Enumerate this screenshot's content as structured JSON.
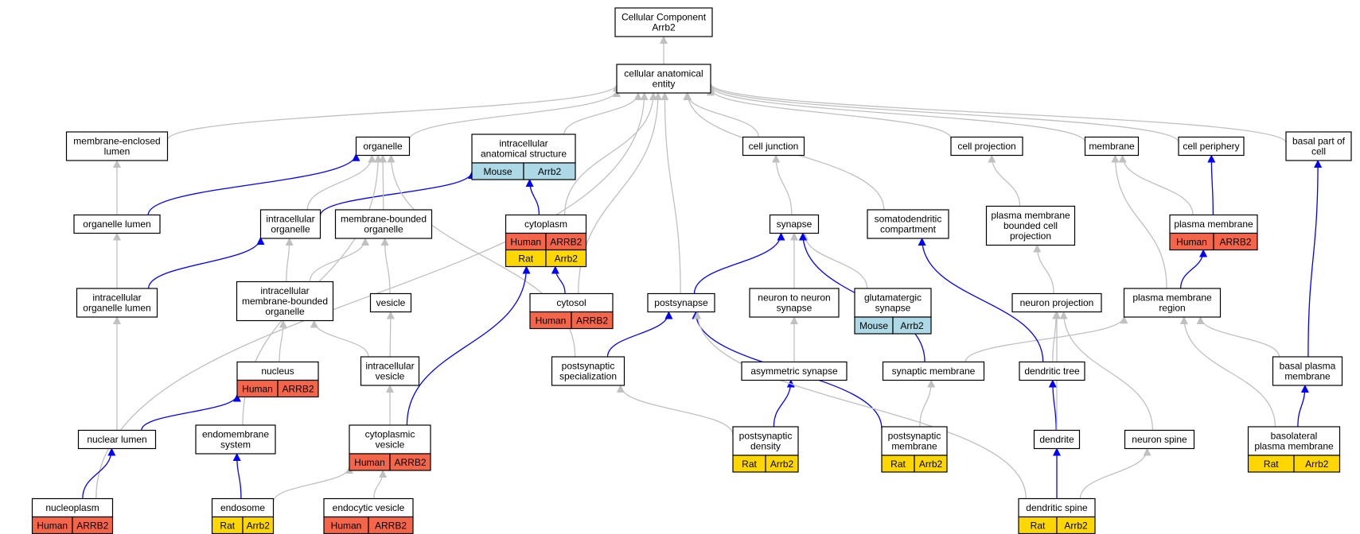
{
  "colors": {
    "human": "#f4654a",
    "rat": "#ffd700",
    "mouse": "#add8e6",
    "isa": "#c0c0c0",
    "partof": "#0000ff"
  },
  "nodes": [
    {
      "id": "root",
      "lines": [
        "Cellular Component",
        "Arrb2"
      ],
      "ann": []
    },
    {
      "id": "cae",
      "lines": [
        "cellular anatomical",
        "entity"
      ],
      "ann": []
    },
    {
      "id": "mel",
      "lines": [
        "membrane-enclosed",
        "lumen"
      ],
      "ann": []
    },
    {
      "id": "organelle",
      "lines": [
        "organelle"
      ],
      "ann": []
    },
    {
      "id": "ias",
      "lines": [
        "intracellular",
        "anatomical structure"
      ],
      "ann": [
        {
          "sp": "Mouse",
          "gene": "Arrb2",
          "c": "mouse"
        }
      ]
    },
    {
      "id": "celljunction",
      "lines": [
        "cell junction"
      ],
      "ann": []
    },
    {
      "id": "cellproj",
      "lines": [
        "cell projection"
      ],
      "ann": []
    },
    {
      "id": "membrane",
      "lines": [
        "membrane"
      ],
      "ann": []
    },
    {
      "id": "cellperiph",
      "lines": [
        "cell periphery"
      ],
      "ann": []
    },
    {
      "id": "basalpart",
      "lines": [
        "basal part of",
        "cell"
      ],
      "ann": []
    },
    {
      "id": "orglumen",
      "lines": [
        "organelle lumen"
      ],
      "ann": []
    },
    {
      "id": "icorg",
      "lines": [
        "intracellular",
        "organelle"
      ],
      "ann": []
    },
    {
      "id": "mborg",
      "lines": [
        "membrane-bounded",
        "organelle"
      ],
      "ann": []
    },
    {
      "id": "cytoplasm",
      "lines": [
        "cytoplasm"
      ],
      "ann": [
        {
          "sp": "Human",
          "gene": "ARRB2",
          "c": "human"
        },
        {
          "sp": "Rat",
          "gene": "Arrb2",
          "c": "rat"
        }
      ]
    },
    {
      "id": "synapse",
      "lines": [
        "synapse"
      ],
      "ann": []
    },
    {
      "id": "somato",
      "lines": [
        "somatodendritic",
        "compartment"
      ],
      "ann": []
    },
    {
      "id": "pmbcp",
      "lines": [
        "plasma membrane",
        "bounded cell",
        "projection"
      ],
      "ann": []
    },
    {
      "id": "pm",
      "lines": [
        "plasma membrane"
      ],
      "ann": [
        {
          "sp": "Human",
          "gene": "ARRB2",
          "c": "human"
        }
      ]
    },
    {
      "id": "icorglumen",
      "lines": [
        "intracellular",
        "organelle lumen"
      ],
      "ann": []
    },
    {
      "id": "icmborg",
      "lines": [
        "intracellular",
        "membrane-bounded",
        "organelle"
      ],
      "ann": []
    },
    {
      "id": "vesicle",
      "lines": [
        "vesicle"
      ],
      "ann": []
    },
    {
      "id": "cytosol",
      "lines": [
        "cytosol"
      ],
      "ann": [
        {
          "sp": "Human",
          "gene": "ARRB2",
          "c": "human"
        }
      ]
    },
    {
      "id": "postsynapse",
      "lines": [
        "postsynapse"
      ],
      "ann": []
    },
    {
      "id": "n2n",
      "lines": [
        "neuron to neuron",
        "synapse"
      ],
      "ann": []
    },
    {
      "id": "glut",
      "lines": [
        "glutamatergic",
        "synapse"
      ],
      "ann": [
        {
          "sp": "Mouse",
          "gene": "Arrb2",
          "c": "mouse"
        }
      ]
    },
    {
      "id": "neuronproj",
      "lines": [
        "neuron projection"
      ],
      "ann": []
    },
    {
      "id": "pmregion",
      "lines": [
        "plasma membrane",
        "region"
      ],
      "ann": []
    },
    {
      "id": "nucleus",
      "lines": [
        "nucleus"
      ],
      "ann": [
        {
          "sp": "Human",
          "gene": "ARRB2",
          "c": "human"
        }
      ]
    },
    {
      "id": "icves",
      "lines": [
        "intracellular",
        "vesicle"
      ],
      "ann": []
    },
    {
      "id": "psspec",
      "lines": [
        "postsynaptic",
        "specialization"
      ],
      "ann": []
    },
    {
      "id": "asym",
      "lines": [
        "asymmetric synapse"
      ],
      "ann": []
    },
    {
      "id": "synmem",
      "lines": [
        "synaptic membrane"
      ],
      "ann": []
    },
    {
      "id": "dendtree",
      "lines": [
        "dendritic tree"
      ],
      "ann": []
    },
    {
      "id": "basalpm",
      "lines": [
        "basal plasma",
        "membrane"
      ],
      "ann": []
    },
    {
      "id": "nuclumen",
      "lines": [
        "nuclear lumen"
      ],
      "ann": []
    },
    {
      "id": "endomem",
      "lines": [
        "endomembrane",
        "system"
      ],
      "ann": []
    },
    {
      "id": "cytoves",
      "lines": [
        "cytoplasmic",
        "vesicle"
      ],
      "ann": [
        {
          "sp": "Human",
          "gene": "ARRB2",
          "c": "human"
        }
      ]
    },
    {
      "id": "psdens",
      "lines": [
        "postsynaptic",
        "density"
      ],
      "ann": [
        {
          "sp": "Rat",
          "gene": "Arrb2",
          "c": "rat"
        }
      ]
    },
    {
      "id": "psmem",
      "lines": [
        "postsynaptic",
        "membrane"
      ],
      "ann": [
        {
          "sp": "Rat",
          "gene": "Arrb2",
          "c": "rat"
        }
      ]
    },
    {
      "id": "dendrite",
      "lines": [
        "dendrite"
      ],
      "ann": []
    },
    {
      "id": "neuronspine",
      "lines": [
        "neuron spine"
      ],
      "ann": []
    },
    {
      "id": "basolat",
      "lines": [
        "basolateral",
        "plasma membrane"
      ],
      "ann": [
        {
          "sp": "Rat",
          "gene": "Arrb2",
          "c": "rat"
        }
      ]
    },
    {
      "id": "nucleoplasm",
      "lines": [
        "nucleoplasm"
      ],
      "ann": [
        {
          "sp": "Human",
          "gene": "ARRB2",
          "c": "human"
        }
      ]
    },
    {
      "id": "endosome",
      "lines": [
        "endosome"
      ],
      "ann": [
        {
          "sp": "Rat",
          "gene": "Arrb2",
          "c": "rat"
        }
      ]
    },
    {
      "id": "endoves",
      "lines": [
        "endocytic vesicle"
      ],
      "ann": [
        {
          "sp": "Human",
          "gene": "ARRB2",
          "c": "human"
        }
      ]
    },
    {
      "id": "dendspine",
      "lines": [
        "dendritic spine"
      ],
      "ann": [
        {
          "sp": "Rat",
          "gene": "Arrb2",
          "c": "rat"
        }
      ]
    }
  ],
  "edges": [
    {
      "from": "cae",
      "to": "root",
      "type": "isa"
    },
    {
      "from": "mel",
      "to": "cae",
      "type": "isa"
    },
    {
      "from": "organelle",
      "to": "cae",
      "type": "isa"
    },
    {
      "from": "ias",
      "to": "cae",
      "type": "isa"
    },
    {
      "from": "celljunction",
      "to": "cae",
      "type": "isa"
    },
    {
      "from": "cellproj",
      "to": "cae",
      "type": "isa"
    },
    {
      "from": "membrane",
      "to": "cae",
      "type": "isa"
    },
    {
      "from": "cellperiph",
      "to": "cae",
      "type": "isa"
    },
    {
      "from": "basalpart",
      "to": "cae",
      "type": "isa"
    },
    {
      "from": "somato",
      "to": "cae",
      "type": "isa"
    },
    {
      "from": "cytoplasm",
      "to": "cae",
      "type": "isa"
    },
    {
      "from": "cytosol",
      "to": "cae",
      "type": "isa"
    },
    {
      "from": "postsynapse",
      "to": "cae",
      "type": "isa"
    },
    {
      "from": "nucleoplasm",
      "to": "cae",
      "type": "isa"
    },
    {
      "from": "orglumen",
      "to": "mel",
      "type": "isa"
    },
    {
      "from": "orglumen",
      "to": "organelle",
      "type": "partof"
    },
    {
      "from": "icorg",
      "to": "organelle",
      "type": "isa"
    },
    {
      "from": "icorg",
      "to": "ias",
      "type": "partof"
    },
    {
      "from": "mborg",
      "to": "organelle",
      "type": "isa"
    },
    {
      "from": "cytoplasm",
      "to": "ias",
      "type": "partof"
    },
    {
      "from": "synapse",
      "to": "celljunction",
      "type": "isa"
    },
    {
      "from": "pmbcp",
      "to": "cellproj",
      "type": "isa"
    },
    {
      "from": "pm",
      "to": "membrane",
      "type": "isa"
    },
    {
      "from": "pm",
      "to": "cellperiph",
      "type": "partof"
    },
    {
      "from": "icorglumen",
      "to": "orglumen",
      "type": "isa"
    },
    {
      "from": "icorglumen",
      "to": "icorg",
      "type": "partof"
    },
    {
      "from": "icmborg",
      "to": "icorg",
      "type": "isa"
    },
    {
      "from": "icmborg",
      "to": "mborg",
      "type": "isa"
    },
    {
      "from": "vesicle",
      "to": "mborg",
      "type": "isa"
    },
    {
      "from": "cytosol",
      "to": "cytoplasm",
      "type": "partof"
    },
    {
      "from": "postsynapse",
      "to": "synapse",
      "type": "partof"
    },
    {
      "from": "n2n",
      "to": "synapse",
      "type": "isa"
    },
    {
      "from": "glut",
      "to": "synapse",
      "type": "isa"
    },
    {
      "from": "neuronproj",
      "to": "pmbcp",
      "type": "isa"
    },
    {
      "from": "pmregion",
      "to": "membrane",
      "type": "isa"
    },
    {
      "from": "pmregion",
      "to": "pm",
      "type": "partof"
    },
    {
      "from": "nucleus",
      "to": "icmborg",
      "type": "isa"
    },
    {
      "from": "icves",
      "to": "icmborg",
      "type": "isa"
    },
    {
      "from": "icves",
      "to": "vesicle",
      "type": "isa"
    },
    {
      "from": "psspec",
      "to": "organelle",
      "type": "isa"
    },
    {
      "from": "psspec",
      "to": "postsynapse",
      "type": "partof"
    },
    {
      "from": "asym",
      "to": "n2n",
      "type": "isa"
    },
    {
      "from": "synmem",
      "to": "synapse",
      "type": "partof"
    },
    {
      "from": "synmem",
      "to": "pmregion",
      "type": "isa"
    },
    {
      "from": "dendtree",
      "to": "somato",
      "type": "partof"
    },
    {
      "from": "dendtree",
      "to": "neuronproj",
      "type": "isa"
    },
    {
      "from": "basalpm",
      "to": "basalpart",
      "type": "partof"
    },
    {
      "from": "basalpm",
      "to": "pmregion",
      "type": "isa"
    },
    {
      "from": "nuclumen",
      "to": "icorglumen",
      "type": "isa"
    },
    {
      "from": "nuclumen",
      "to": "nucleus",
      "type": "partof"
    },
    {
      "from": "endomem",
      "to": "organelle",
      "type": "isa"
    },
    {
      "from": "cytoves",
      "to": "icves",
      "type": "isa"
    },
    {
      "from": "cytoves",
      "to": "cytoplasm",
      "type": "partof"
    },
    {
      "from": "psdens",
      "to": "psspec",
      "type": "isa"
    },
    {
      "from": "psdens",
      "to": "asym",
      "type": "partof"
    },
    {
      "from": "psmem",
      "to": "synmem",
      "type": "isa"
    },
    {
      "from": "psmem",
      "to": "postsynapse",
      "type": "partof"
    },
    {
      "from": "dendrite",
      "to": "dendtree",
      "type": "partof"
    },
    {
      "from": "dendrite",
      "to": "neuronproj",
      "type": "isa"
    },
    {
      "from": "neuronspine",
      "to": "neuronproj",
      "type": "isa"
    },
    {
      "from": "basolat",
      "to": "pmregion",
      "type": "isa"
    },
    {
      "from": "basolat",
      "to": "basalpm",
      "type": "partof"
    },
    {
      "from": "nucleoplasm",
      "to": "nuclumen",
      "type": "partof"
    },
    {
      "from": "endosome",
      "to": "endomem",
      "type": "partof"
    },
    {
      "from": "endosome",
      "to": "cytoves",
      "type": "isa"
    },
    {
      "from": "endoves",
      "to": "cytoves",
      "type": "isa"
    },
    {
      "from": "dendspine",
      "to": "dendrite",
      "type": "partof"
    },
    {
      "from": "dendspine",
      "to": "postsynapse",
      "type": "isa"
    },
    {
      "from": "dendspine",
      "to": "neuronspine",
      "type": "isa"
    }
  ]
}
